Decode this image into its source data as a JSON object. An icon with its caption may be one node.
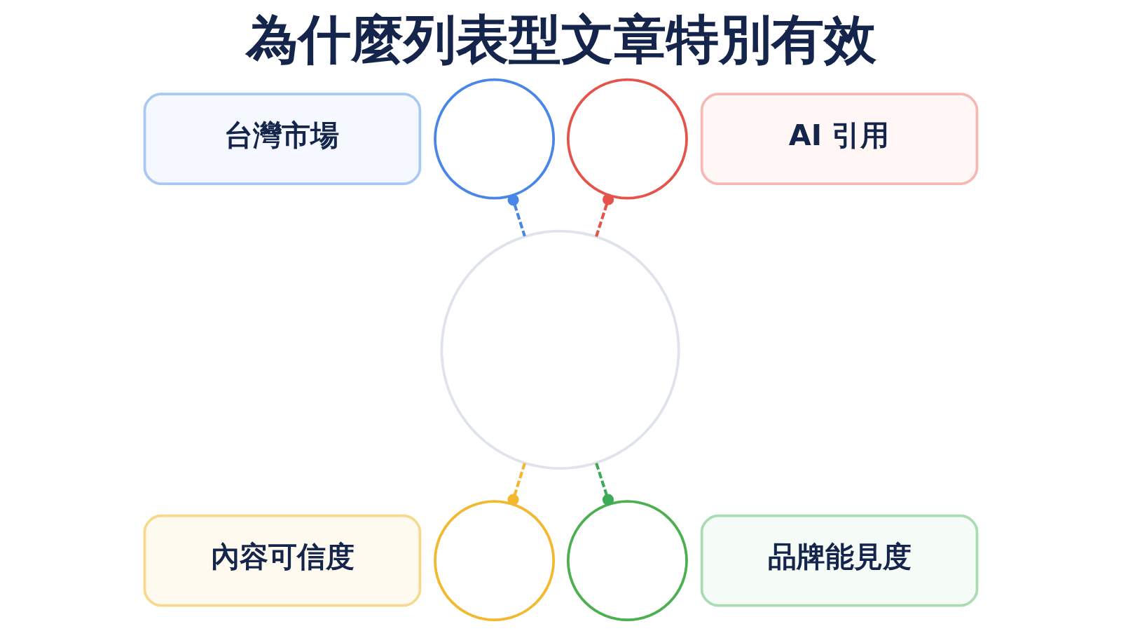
{
  "diagram": {
    "title": "為什麼列表型文章特別有效",
    "nodes": [
      {
        "text": [
          "台灣市場"
        ]
      },
      {
        "text": [],
        "shape": "circle"
      },
      {
        "text": [],
        "shape": "circle"
      },
      {
        "text": [
          "AI 引用"
        ]
      },
      {
        "text": [],
        "shape": "circle"
      },
      {
        "text": [
          "內容可信度"
        ]
      },
      {
        "text": [],
        "shape": "circle"
      },
      {
        "text": [],
        "shape": "circle"
      },
      {
        "text": [
          "品牌能見度"
        ]
      }
    ],
    "edges": [
      {
        "from": 1,
        "to": 4,
        "arrow": "other",
        "style": "dashed",
        "color": "#4a86e8"
      },
      {
        "from": 2,
        "to": 4,
        "arrow": "other",
        "style": "dashed",
        "color": "#e5534b"
      },
      {
        "from": 4,
        "to": 6,
        "arrow": "other",
        "style": "dashed",
        "color": "#f2b92f"
      },
      {
        "from": 4,
        "to": 7,
        "arrow": "other",
        "style": "dashed",
        "color": "#3faa55"
      }
    ]
  }
}
